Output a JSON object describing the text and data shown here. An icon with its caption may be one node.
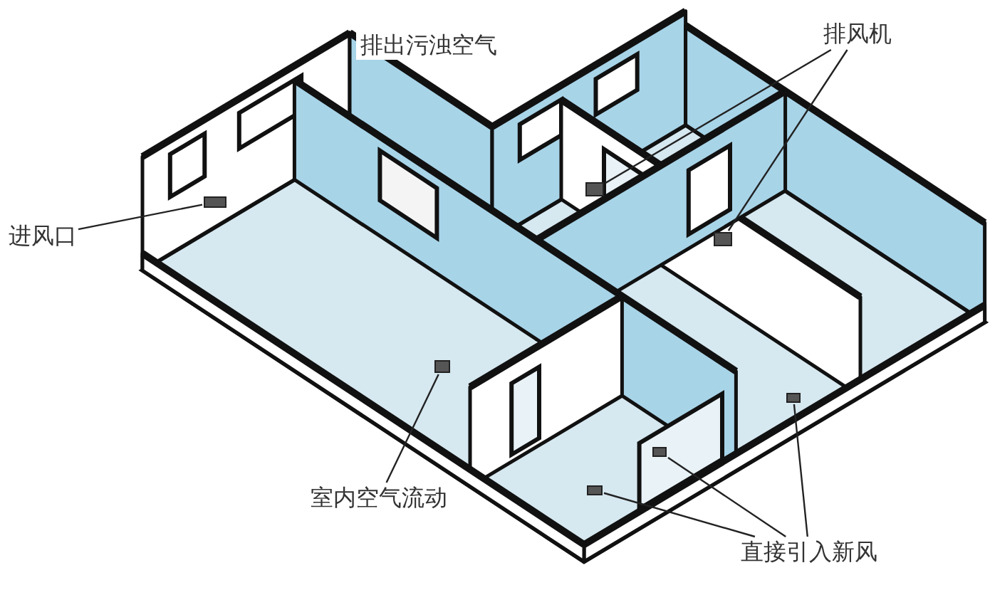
{
  "diagram": {
    "nodes": [
      {
        "text": [
          "排风机"
        ]
      },
      {
        "text": [],
        "shape": "box"
      },
      {
        "text": [],
        "shape": "box"
      },
      {
        "text": [
          "进风口"
        ]
      },
      {
        "text": [],
        "shape": "box"
      },
      {
        "text": [
          "室内空气流动"
        ]
      },
      {
        "text": [],
        "shape": "box"
      },
      {
        "text": [
          "直接引入新风"
        ]
      },
      {
        "text": [],
        "shape": "box"
      },
      {
        "text": [],
        "shape": "box"
      },
      {
        "text": [],
        "shape": "box"
      }
    ],
    "edges": [
      {
        "from": 0,
        "to": 1,
        "arrow": "none"
      },
      {
        "from": 0,
        "to": 2,
        "arrow": "none"
      },
      {
        "from": 3,
        "to": 4,
        "arrow": "none"
      },
      {
        "from": 5,
        "to": 6,
        "arrow": "none"
      },
      {
        "from": 7,
        "to": 8,
        "arrow": "none"
      },
      {
        "from": 7,
        "to": 9,
        "arrow": "none"
      },
      {
        "from": 7,
        "to": 10,
        "arrow": "none"
      }
    ],
    "labels": [
      "排出污浊空气"
    ]
  }
}
